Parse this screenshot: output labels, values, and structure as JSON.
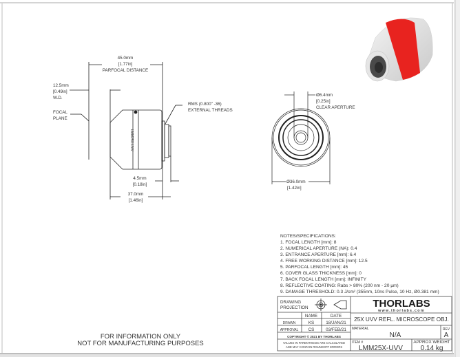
{
  "side_view": {
    "parfocal_mm": "45.0mm",
    "parfocal_in": "[1.77in]",
    "parfocal_label": "PARFOCAL DISTANCE",
    "wd_mm": "12.5mm",
    "wd_in": "[0.49in]",
    "wd_label": "W.D.",
    "focal_plane_1": "FOCAL",
    "focal_plane_2": "PLANE",
    "thread_1": "RMS (0.800\" -36)",
    "thread_2": "EXTERNAL THREADS",
    "thread_len_mm": "4.5mm",
    "thread_len_in": "[0.18in]",
    "length_mm": "37.0mm",
    "length_in": "[1.46in]",
    "engraving": "LMM25X-UVV"
  },
  "front_view": {
    "aperture_mm": "Ø6.4mm",
    "aperture_in": "[0.25in]",
    "aperture_label": "CLEAR APERTURE",
    "diameter_mm": "Ø36.0mm",
    "diameter_in": "[1.42in]"
  },
  "notes": {
    "title": "NOTES/SPECIFICATIONS:",
    "items": [
      "1.  FOCAL LENGTH [mm]: 8",
      "2.  NUMERICAL APERTURE (NA): 0.4",
      "3.  ENTRANCE APERTURE [mm]: 6.4",
      "4.  FREE WORKING DISTANCE [mm]: 12.5",
      "5.  PARFOCAL LENGTH [mm]: 45",
      "6.  COVER GLASS THICKNESS [mm]: 0",
      "7.  BACK FOCAL LENGTH [mm]: INFINITY",
      "8.  REFLECTIVE COATING: Rabs > 80% (200 nm - 20 µm)",
      "9.  DAMAGE THRESHOLD: 0.3 J/cm² (355nm, 10ns Pulse, 10 Hz, Ø0.381 mm)"
    ]
  },
  "disclaimer": {
    "line1": "FOR INFORMATION ONLY",
    "line2": "NOT FOR MANUFACTURING PURPOSES"
  },
  "title_block": {
    "projection_1": "DRAWING",
    "projection_2": "PROJECTION",
    "name_header": "NAME",
    "date_header": "DATE",
    "drawn_label": "DRAWN",
    "drawn_name": "KS",
    "drawn_date": "18/JAN/21",
    "approval_label": "APPROVAL",
    "approval_name": "CS",
    "approval_date": "03/FEB/21",
    "copyright": "COPYRIGHT © 2021 BY THORLABS",
    "values_note_1": "VALUES IN PARENTHESIS ARE CALCULATED",
    "values_note_2": "AND MAY CONTAIN ROUNDOFF ERRORS",
    "logo": "THORLABS",
    "website": "www.thorlabs.com",
    "description": "25X UVV REFL. MICROSCOPE OBJ.",
    "material_label": "MATERIAL",
    "material": "N/A",
    "rev_label": "REV",
    "rev": "A",
    "item_label": "ITEM #",
    "item": "LMM25X-UVV",
    "weight_label": "APPROX WEIGHT",
    "weight": "0.14 kg"
  },
  "colors": {
    "band_red": "#e8231f",
    "line": "#222222"
  }
}
